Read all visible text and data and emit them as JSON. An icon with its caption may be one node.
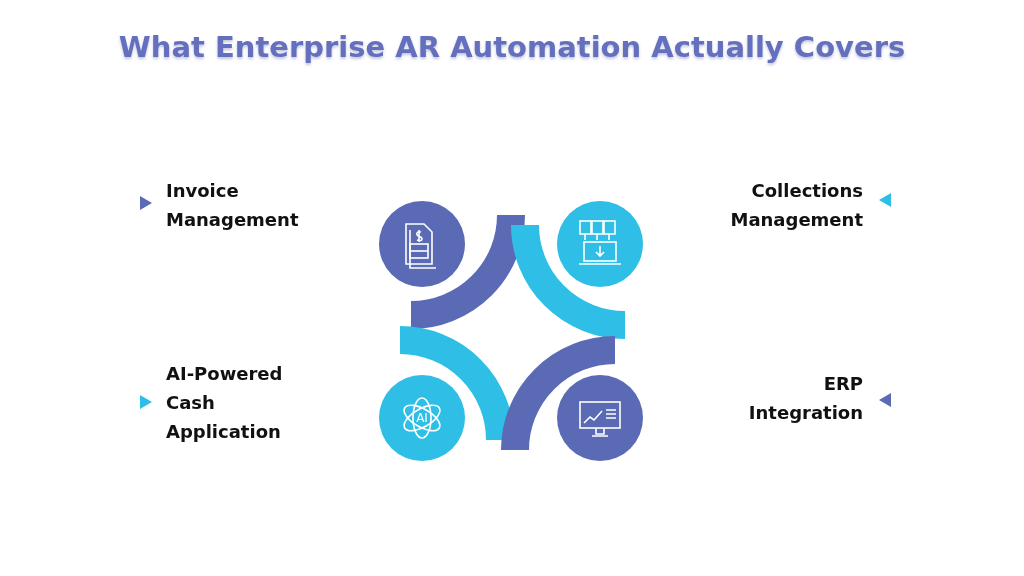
{
  "diagram": {
    "title": "What Enterprise AR Automation Actually Covers",
    "labels": [
      "Invoice Management",
      "Collections Management",
      "AI-Powered Cash Application",
      "AI",
      "ERP Integration"
    ]
  }
}
